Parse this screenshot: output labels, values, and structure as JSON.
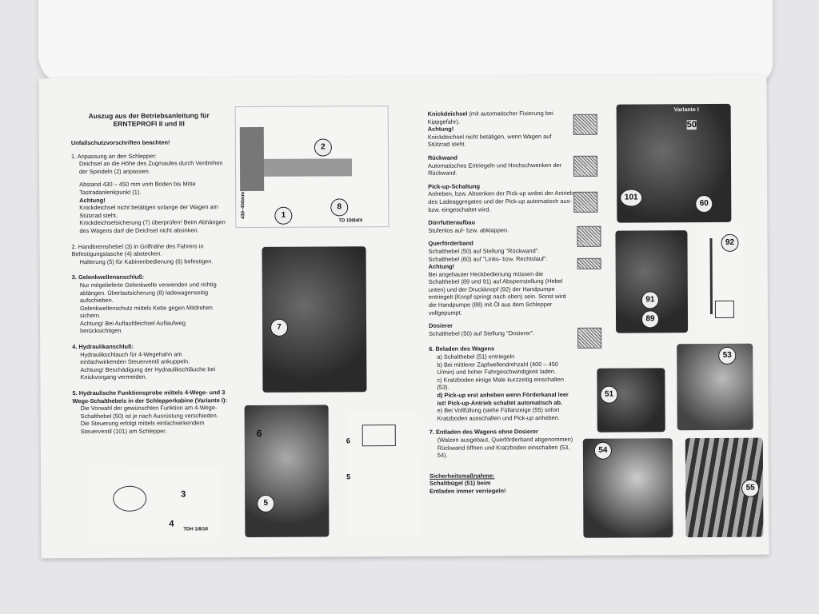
{
  "left": {
    "title1": "Auszug aus der Betriebsanleitung für",
    "title2": "ERNTEPROFI II und III",
    "heading": "Unfallschutzvorschriften beachten!",
    "s1_head": "1. Anpassung an den Schlepper:",
    "s1_a": "Deichsel an die Höhe des Zugmaules durch Verdrehen der Spindeln (2) anpassen.",
    "s1_b": "Abstand 430 – 450 mm vom Boden bis Mitte Tastradanlenkpunkt (1).",
    "s1_warn": "Achtung!",
    "s1_c": "Knickdeichsel nicht betätigen solange der Wagen am Stützrad steht.",
    "s1_d": "Knickdeichselsicherung (7) überprüfen! Beim Abhängen des Wagens darf die Deichsel nicht absinken.",
    "s2_a": "2. Handbremshebel (3) in Griffnähe des Fahrers in Befestigungslasche (4) abstecken.",
    "s2_b": "Halterung (5) für Kabinenbedienung (6) befestigen.",
    "s3_head": "3. Gelenkwellenanschluß:",
    "s3_a": "Nur mitgelieferte Gelenkwelle verwenden und richtig ablängen. Überlastsicherung (8) ladewagenseitig aufschieben.",
    "s3_b": "Gelenkwellenschutz mittels Kette gegen Mitdrehen sichern.",
    "s3_c": "Achtung! Bei Auflaufdeichsel Auflaufweg berücksichtigen.",
    "s4_head": "4. Hydraulikanschluß:",
    "s4_a": "Hydraulikschlauch für 4-Wegehahn am einfachwirkenden Steuerventil ankuppeln.",
    "s4_b": "Achtung! Beschädigung der Hydraulikschläuche bei Knickvorgang vermeiden.",
    "s5_head": "5. Hydraulische Funktionsprobe mittels 4-Wege- und 3 Wege-Schalthebels in der Schlepperkabine (Variante I):",
    "s5_a": "Die Vorwahl der gewünschten Funktion am 4-Wege-Schalthebel (50) ist je nach Ausrüstung verschieden. Die Steuerung erfolgt mittels einfachwirkendem Steuerventil (101) am Schlepper."
  },
  "right": {
    "k_head": "Knickdeichsel",
    "k_a": "(mit automatischer Fixierung bei Kippgefahr).",
    "k_warn": "Achtung!",
    "k_b": "Knickdeichsel nicht betätigen, wenn Wagen auf Stützrad steht.",
    "r_head": "Rückwand",
    "r_a": "Automatisches Entriegeln und Hochschwenken der Rückwand.",
    "p_head": "Pick-up-Schaltung",
    "p_a": "Anheben, bzw. Absenken der Pick-up wobei der Antrieb des Ladeaggregates und der Pick-up automatisch aus- bzw. eingeschaltet wird.",
    "d_head": "Dürrfutteraufbau",
    "d_a": "Stufenlos auf- bzw. abklappen.",
    "q_head": "Querförderband",
    "q_a": "Schalthebel (50) auf Stellung \"Rückwand\".",
    "q_b": "Schalthebel (60) auf \"Links- bzw. Rechtslauf\".",
    "q_warn": "Achtung!",
    "q_c": "Bei angebauter Heckbedienung müssen die Schalthebel (89 und 91) auf Absperrstellung (Hebel unten) und der Druckknopf (92) der Handpumpe entriegelt (Knopf springt nach oben) sein. Sonst wird die Handpumpe (88) mit Öl aus dem Schlepper vollgepumpt.",
    "do_head": "Dosierer",
    "do_a": "Schalthebel (50) auf Stellung \"Dosierer\".",
    "s6_head": "6. Beladen des Wagens",
    "s6_a": "a) Schalthebel (51) entriegeln",
    "s6_b": "b) Bei mittlerer Zapfwellendrehzahl (400 – 450 U/min) und hoher Fahrgeschwindigkeit laden.",
    "s6_c": "c) Kratzboden einige Male kurzzeitig einschalten (53).",
    "s6_d": "d) Pick-up erst anheben wenn Förderkanal leer ist! Pick-up-Antrieb schaltet automatisch ab.",
    "s6_e": "e) Bei Vollfüllung (siehe Füllanzeige (55) sofort Kratzboden ausschalten und Pick-up anheben.",
    "s7_head": "7. Entladen des Wagens ohne Dosierer",
    "s7_a": "(Walzen ausgebaut, Querförderband abgenommen)",
    "s7_b": "Rückwand öffnen und Kratzboden einschalten (53, 54).",
    "safety_head": "Sicherheitsmaßnahme:",
    "safety_a": "Schaltbügel (51) beim",
    "safety_b": "Entladen immer verriegeln!"
  },
  "figures": {
    "l1": "1",
    "l2": "2",
    "l8": "8",
    "dim": "430–450mm",
    "code1": "TD 19/84/4",
    "l7": "7",
    "l3": "3",
    "l4": "4",
    "code2": "TDH 1/8/16",
    "l6": "6",
    "l5": "5",
    "l6b": "6",
    "l5b": "5",
    "variant": "Variante I",
    "l50": "50",
    "l101": "101",
    "l60": "60",
    "l91": "91",
    "l89": "89",
    "l92": "92",
    "l51": "51",
    "l53": "53",
    "l54": "54",
    "l55": "55"
  }
}
